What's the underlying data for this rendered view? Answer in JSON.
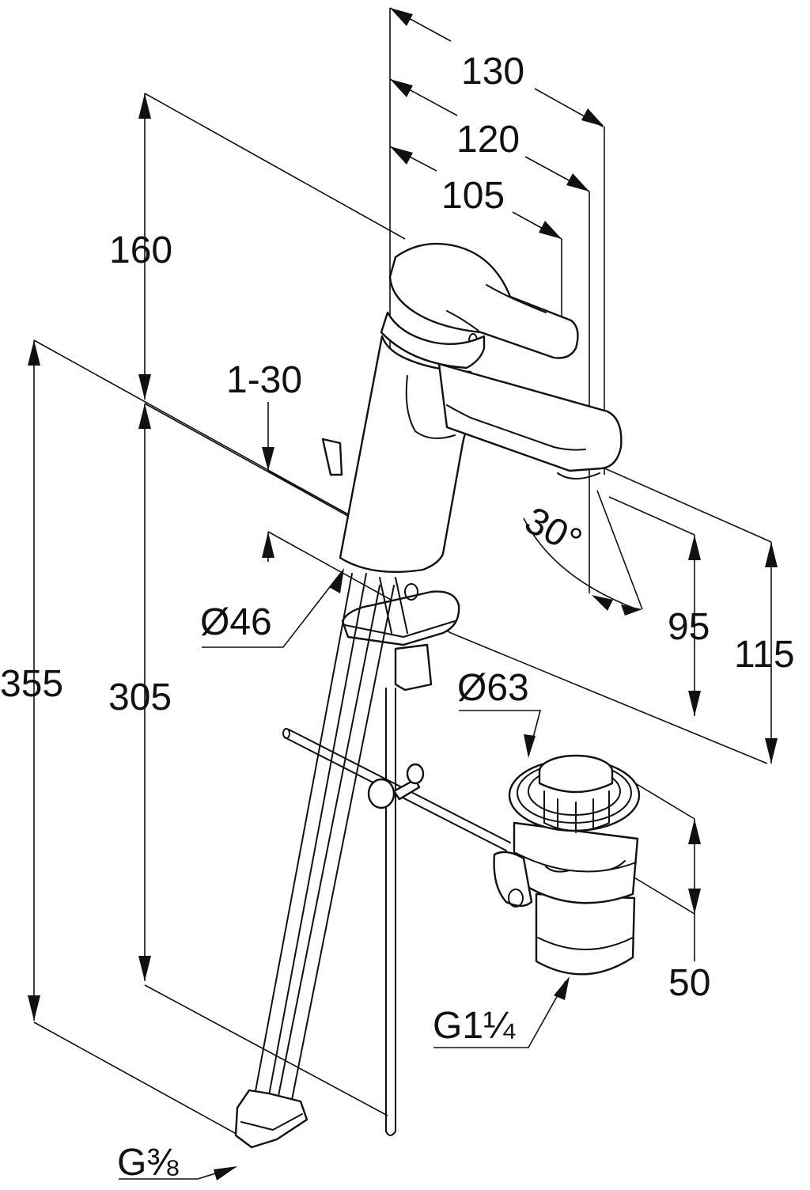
{
  "dimensions": {
    "d130": "130",
    "d120": "120",
    "d105": "105",
    "d160": "160",
    "d1_30": "1-30",
    "d355": "355",
    "d305": "305",
    "dia46": "Ø46",
    "dia63": "Ø63",
    "angle30": "30°",
    "d95": "95",
    "d115": "115",
    "d50": "50",
    "thread_g114": "G1¼",
    "thread_g38": "G⅜"
  }
}
